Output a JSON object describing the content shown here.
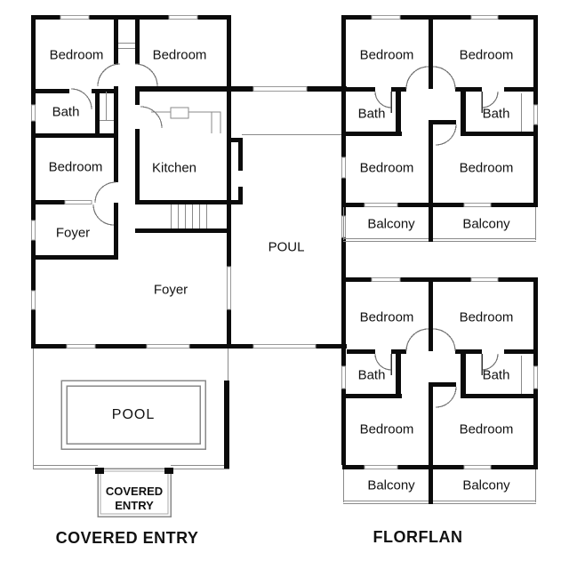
{
  "figure": {
    "type": "floor-plan"
  },
  "captions": {
    "left": "COVERED ENTRY",
    "right": "FLORFLAN"
  },
  "left_building": {
    "bedroom_top_left": "Bedroom",
    "bedroom_top_right": "Bedroom",
    "bath": "Bath",
    "bedroom_middle": "Bedroom",
    "kitchen": "Kitchen",
    "foyer_upper": "Foyer",
    "foyer_main": "Foyer"
  },
  "courtyard": {
    "label": "POUL",
    "pool_label": "POOL",
    "covered_entry_line1": "COVERED",
    "covered_entry_line2": "ENTRY"
  },
  "right_units": [
    {
      "bedroom_top_left": "Bedroom",
      "bedroom_top_right": "Bedroom",
      "bath_left": "Bath",
      "bath_right": "Bath",
      "bedroom_bottom_left": "Bedroom",
      "bedroom_bottom_right": "Bedroom",
      "balcony_left": "Balcony",
      "balcony_right": "Balcony"
    },
    {
      "bedroom_top_left": "Bedroom",
      "bedroom_top_right": "Bedroom",
      "bath_left": "Bath",
      "bath_right": "Bath",
      "bedroom_bottom_left": "Bedroom",
      "bedroom_bottom_right": "Bedroom",
      "balcony_left": "Balcony",
      "balcony_right": "Balcony"
    }
  ],
  "colors": {
    "wall": "#0b0b0b",
    "thin_line": "#888888",
    "window_fill": "#ffffff",
    "window_border": "#999999",
    "text": "#111111",
    "background": "#ffffff"
  }
}
